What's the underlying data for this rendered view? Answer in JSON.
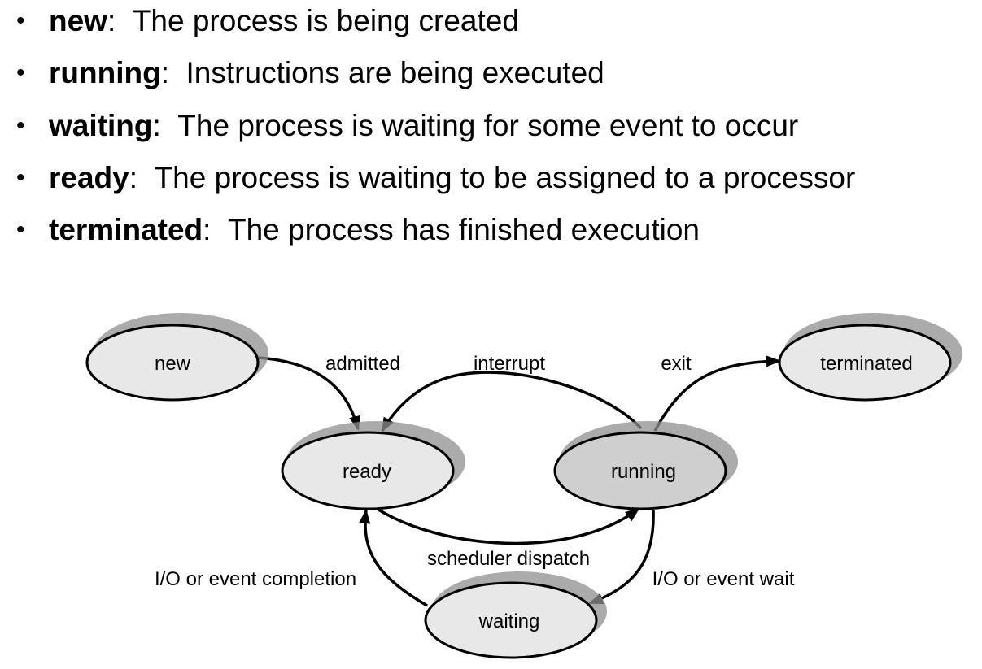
{
  "bullets": [
    {
      "term": "new",
      "description": "The process is being created"
    },
    {
      "term": "running",
      "description": "Instructions are being executed"
    },
    {
      "term": "waiting",
      "description": "The process is waiting for some event to occur"
    },
    {
      "term": "ready",
      "description": "The process is waiting to be assigned to a processor"
    },
    {
      "term": "terminated",
      "description": "The process has finished execution"
    }
  ],
  "bullet_glyph": "•",
  "separator": ":",
  "diagram": {
    "states": {
      "new": "new",
      "ready": "ready",
      "running": "running",
      "waiting": "waiting",
      "terminated": "terminated"
    },
    "transitions": {
      "admitted": "admitted",
      "interrupt": "interrupt",
      "exit": "exit",
      "scheduler_dispatch": "scheduler dispatch",
      "io_event_completion": "I/O or event completion",
      "io_event_wait": "I/O or event wait"
    },
    "colors": {
      "state_fill": "#e8e8e8",
      "running_fill": "#cfcfcf",
      "shadow": "#8f8f8f",
      "stroke": "#000000"
    }
  }
}
